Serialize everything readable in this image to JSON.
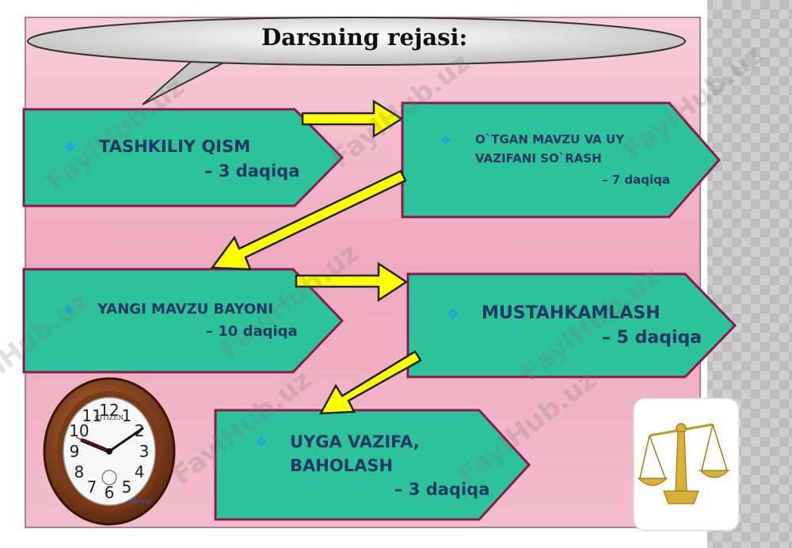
{
  "title": "Darsning rejasi:",
  "steps": [
    {
      "label": "TASHKILIY  QISM",
      "time": "– 3 daqiqa"
    },
    {
      "label_line1": "O`TGAN  MAVZU VA UY",
      "label_line2": "VAZIFANI  SO`RASH",
      "time": "– 7 daqiqa"
    },
    {
      "label": "YANGI MAVZU BAYONI",
      "time": "– 10 daqiqa"
    },
    {
      "label": "MUSTAHKAMLASH",
      "time": "– 5 daqiqa"
    },
    {
      "label_line1": "UYGA  VAZIFA,",
      "label_line2": "BAHOLASH",
      "time": "– 3 daqiqa"
    }
  ],
  "bullet_symbol": "❖",
  "clock": {
    "brand": "CITIZEN",
    "numerals": [
      "12",
      "1",
      "2",
      "3",
      "4",
      "5",
      "6",
      "7",
      "8",
      "9",
      "10",
      "11"
    ],
    "logo_text": "altime"
  },
  "watermark": "FaylHub.uz",
  "colors": {
    "box": "#2dc39a",
    "box_border": "#8b1a4a",
    "arrow": "#ffff00",
    "panel": "#f2b6c8",
    "text": "#1f3864"
  },
  "icons": [
    "bullet-diamond-icon",
    "arrow-icon",
    "wall-clock-icon",
    "scales-icon"
  ]
}
